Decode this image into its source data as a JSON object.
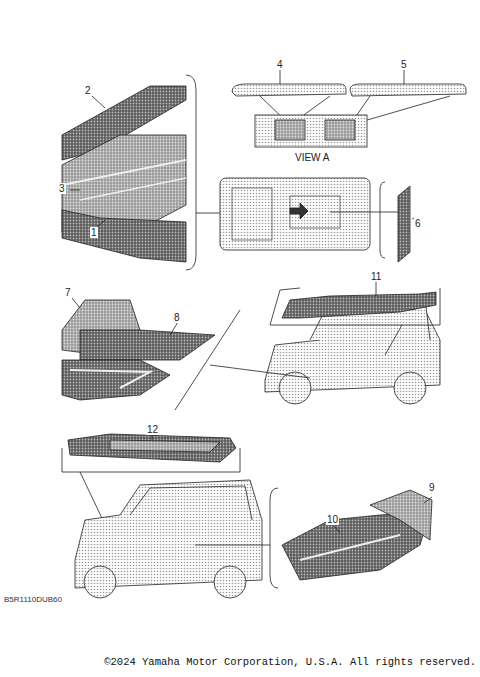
{
  "diagram": {
    "caption": "©2024 Yamaha Motor Corporation, U.S.A. All rights reserved.",
    "labels": [
      "2",
      "3",
      "1",
      "4",
      "5",
      "VIEW A",
      "6",
      "11",
      "7",
      "8",
      "12",
      "9",
      "10",
      "B5R1110DUB60"
    ]
  }
}
